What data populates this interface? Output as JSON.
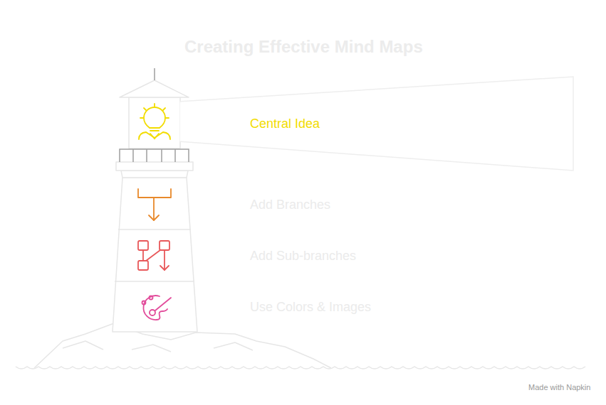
{
  "diagram": {
    "title": "Creating Effective Mind Maps",
    "nodes": [
      {
        "text": [
          "Central Idea"
        ]
      }
    ],
    "labels": [
      "Add Branches",
      "Add Sub-branches",
      "Use Colors & Images",
      "Made with Napkin"
    ]
  }
}
